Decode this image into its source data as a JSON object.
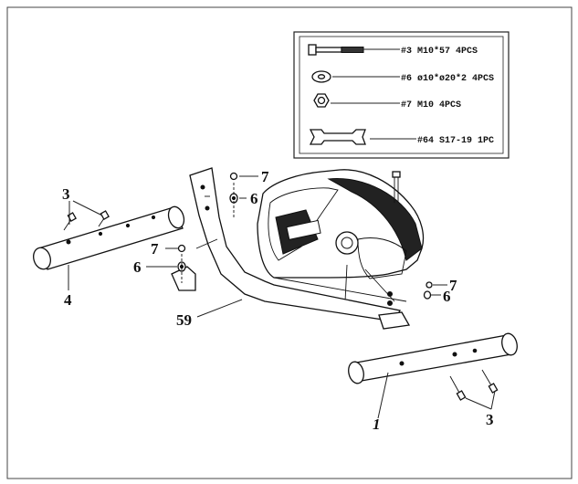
{
  "legend": {
    "items": [
      {
        "text": "#3 M10*57 4PCS",
        "icon": "bolt-icon"
      },
      {
        "text": "#6 ø10*ø20*2 4PCS",
        "icon": "washer-icon"
      },
      {
        "text": "#7 M10   4PCS",
        "icon": "nut-icon"
      },
      {
        "text": "#64 S17-19  1PC",
        "icon": "wrench-icon"
      }
    ]
  },
  "callouts": {
    "bolt_left": "3",
    "tube_rear": "4",
    "nut_top": "7",
    "washer_top": "6",
    "nut_mid": "7",
    "washer_mid": "6",
    "frame": "59",
    "nut_right": "7",
    "washer_right": "6",
    "tube_front": "1",
    "bolt_right": "3"
  }
}
